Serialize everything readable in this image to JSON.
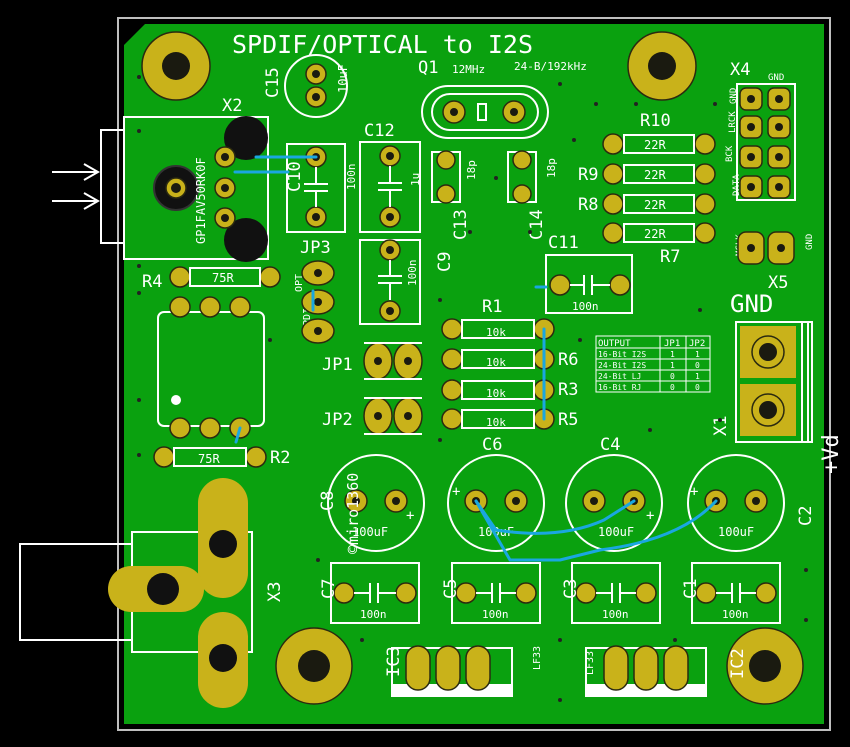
{
  "board": {
    "title": "SPDIF/OPTICAL to I2S",
    "copyright": "©miro1360",
    "colors": {
      "board": "#0aa10f",
      "copper": "#c9b21a",
      "silk": "#ffffff",
      "trace": "#1aa7e0",
      "outline": "#bfbfbf"
    }
  },
  "components": {
    "q1": {
      "ref": "Q1",
      "value": "12MHz",
      "note": "24-B/192kHz"
    },
    "c15": {
      "ref": "C15",
      "value": "10uF"
    },
    "x2": {
      "ref": "X2",
      "part": "GP1FAV50RK0F"
    },
    "c10": {
      "ref": "C10",
      "value": "100n"
    },
    "c12": {
      "ref": "C12",
      "value": "1u"
    },
    "c9": {
      "ref": "C9",
      "value": "100n"
    },
    "c13": {
      "ref": "C13",
      "value": "18p"
    },
    "c14": {
      "ref": "C14",
      "value": "18p"
    },
    "r10": {
      "ref": "R10",
      "value": "22R"
    },
    "r9": {
      "ref": "R9",
      "value": "22R"
    },
    "r8": {
      "ref": "R8",
      "value": "22R"
    },
    "r7": {
      "ref": "R7",
      "value": "22R"
    },
    "x4": {
      "ref": "X4",
      "pins": [
        "GND",
        "LRCK",
        "BCK",
        "DATA"
      ]
    },
    "x5": {
      "ref": "X5",
      "pins": [
        "MCLK",
        "GND"
      ]
    },
    "jp3": {
      "ref": "JP3",
      "opt": "OPT",
      "spdif": "SPDIF"
    },
    "r4": {
      "ref": "R4",
      "value": "75R"
    },
    "r2": {
      "ref": "R2",
      "value": "75R"
    },
    "c11": {
      "ref": "C11",
      "value": "100n"
    },
    "jp1": {
      "ref": "JP1"
    },
    "jp2": {
      "ref": "JP2"
    },
    "r1": {
      "ref": "R1",
      "value": "10k"
    },
    "r6": {
      "ref": "R6",
      "value": "10k"
    },
    "r3": {
      "ref": "R3",
      "value": "10k"
    },
    "r5": {
      "ref": "R5",
      "value": "10k"
    },
    "x1": {
      "ref": "X1",
      "gnd": "GND",
      "vd": "+Vd"
    },
    "c8": {
      "ref": "C8",
      "value": "100uF"
    },
    "c6": {
      "ref": "C6",
      "value": "100uF"
    },
    "c4": {
      "ref": "C4",
      "value": "100uF"
    },
    "c2": {
      "ref": "C2",
      "value": "100uF"
    },
    "c7": {
      "ref": "C7",
      "value": "100n"
    },
    "c5": {
      "ref": "C5",
      "value": "100n"
    },
    "c3": {
      "ref": "C3",
      "value": "100n"
    },
    "c1": {
      "ref": "C1",
      "value": "100n"
    },
    "x3": {
      "ref": "X3"
    },
    "ic3": {
      "ref": "IC3",
      "value": "LF33"
    },
    "ic2": {
      "ref": "IC2",
      "value": "LF33"
    }
  },
  "output_table": {
    "headers": [
      "OUTPUT",
      "JP1",
      "JP2"
    ],
    "rows": [
      [
        "16-Bit I2S",
        "1",
        "1"
      ],
      [
        "24-Bit I2S",
        "1",
        "0"
      ],
      [
        "24-Bit LJ",
        "0",
        "1"
      ],
      [
        "16-Bit RJ",
        "0",
        "0"
      ]
    ]
  }
}
